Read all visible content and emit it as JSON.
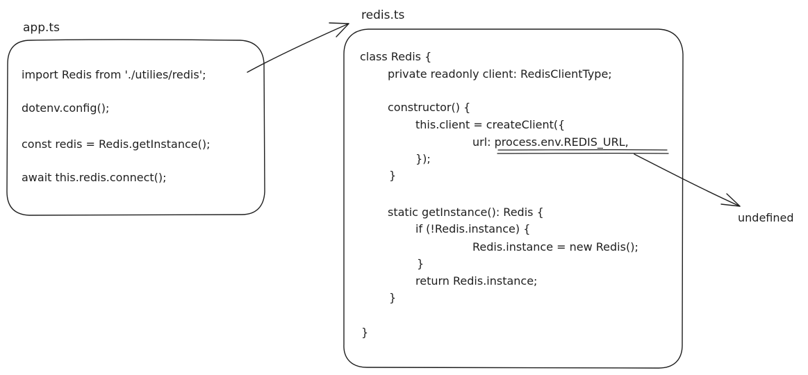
{
  "app_file": {
    "title": "app.ts",
    "lines": [
      "import Redis from './utilies/redis';",
      "dotenv.config();",
      "const redis = Redis.getInstance();",
      "await this.redis.connect();"
    ]
  },
  "redis_file": {
    "title": "redis.ts",
    "lines": [
      "class Redis {",
      "private readonly client: RedisClientType;",
      "constructor() {",
      "this.client = createClient({",
      "url: process.env.REDIS_URL,",
      "});",
      "}",
      "static getInstance(): Redis {",
      "if (!Redis.instance) {",
      "Redis.instance = new Redis();",
      "}",
      "return Redis.instance;",
      "}",
      "}"
    ]
  },
  "annotation": {
    "result_label": "undefined"
  },
  "colors": {
    "stroke": "#1e1e1e",
    "background": "#ffffff"
  }
}
